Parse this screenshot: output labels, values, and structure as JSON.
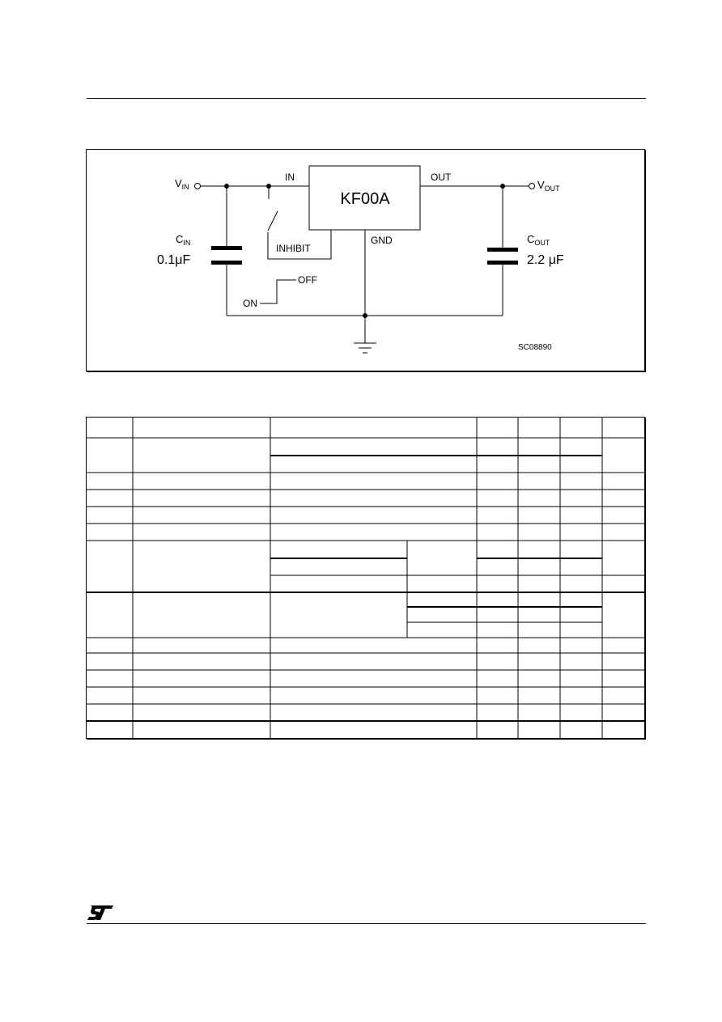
{
  "circuit": {
    "ic_label": "KF00A",
    "pin_in": "IN",
    "pin_out": "OUT",
    "pin_inhibit": "INHIBIT",
    "pin_gnd": "GND",
    "vin": {
      "main": "V",
      "sub": "IN"
    },
    "vout": {
      "main": "V",
      "sub": "OUT"
    },
    "cin": {
      "main": "C",
      "sub": "IN",
      "value": "0.1μF"
    },
    "cout": {
      "main": "C",
      "sub": "OUT",
      "value": "2.2 μF"
    },
    "switch_on": "ON",
    "switch_off": "OFF",
    "figure_code": "SC08890"
  },
  "table": {
    "row_count": 15
  },
  "logo": {
    "name": "st-logo"
  }
}
